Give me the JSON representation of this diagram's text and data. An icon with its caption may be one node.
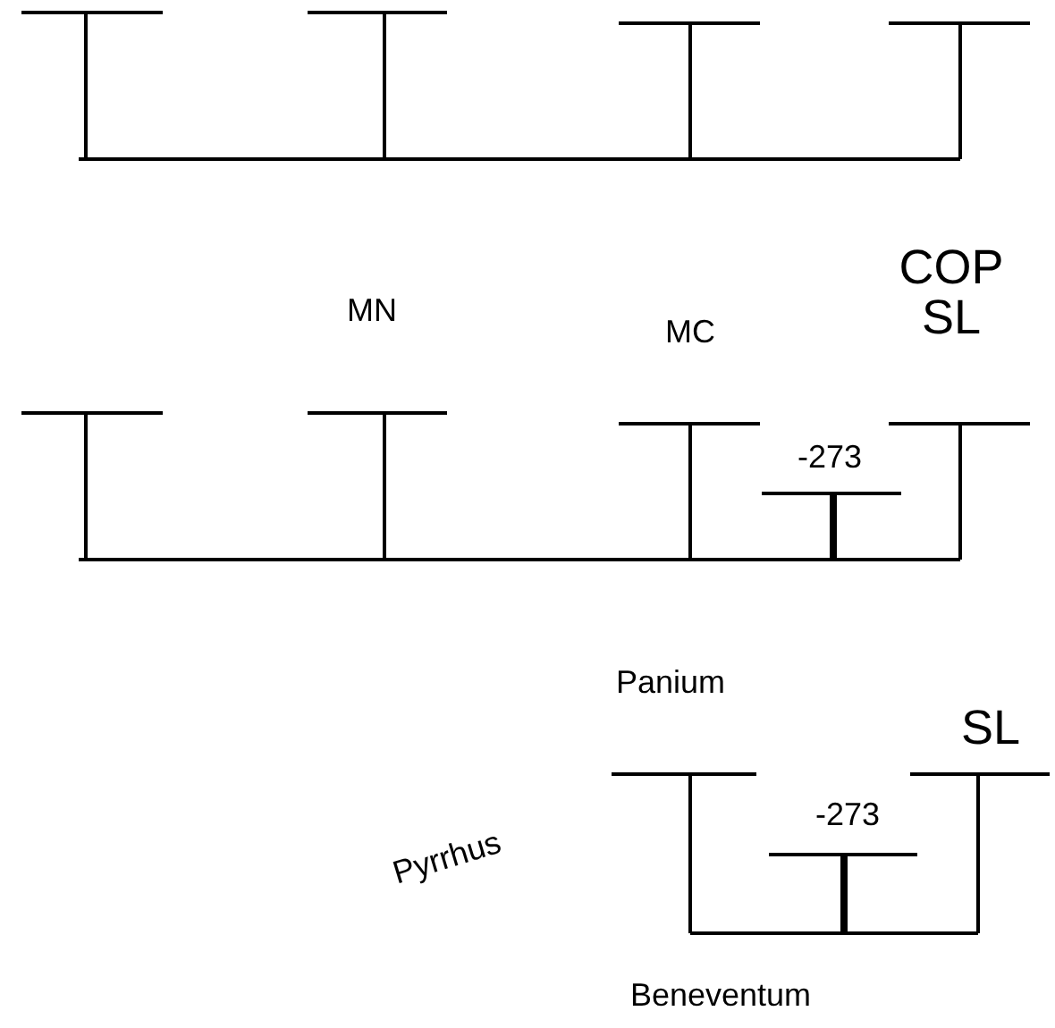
{
  "diagram": {
    "labels": [
      "COP SL",
      "MN",
      "MC",
      "-273",
      "Panium",
      "SL",
      "-273",
      "Pyrrhus",
      "Beneventum"
    ]
  }
}
